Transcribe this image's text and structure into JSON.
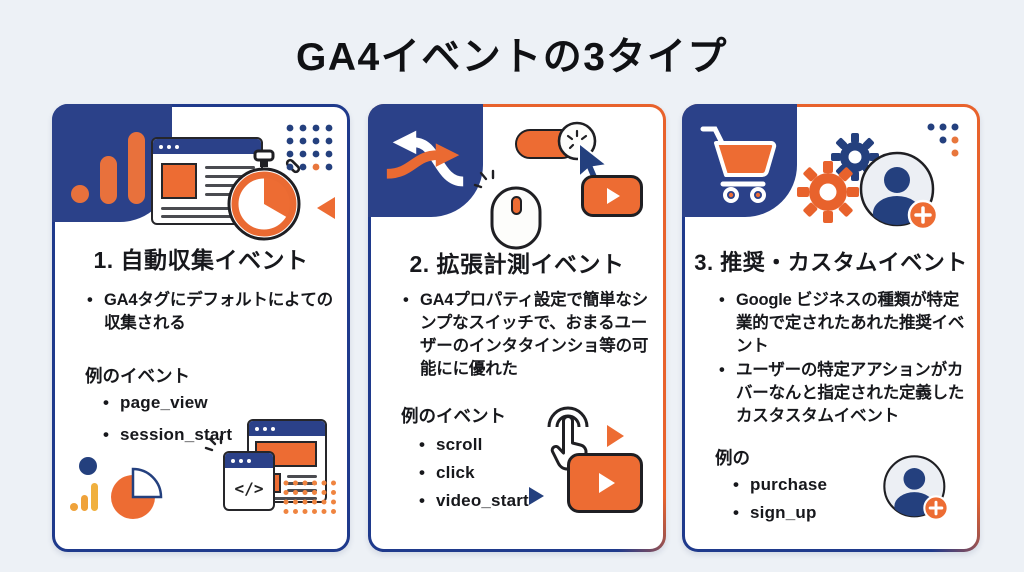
{
  "page": {
    "title": "GA4イベントの3タイプ"
  },
  "colors": {
    "background": "#edf1f6",
    "card": "#ffffff",
    "blue": "#2b4189",
    "border_blue": "#1f3a8c",
    "orange": "#ed6c33",
    "yellow_orange": "#efa23a",
    "text": "#17181c"
  },
  "icons": {
    "analytics_bars": "ga-bar-chart",
    "stopwatch": "timer",
    "shuffle": "crossing-arrows",
    "toggle": "switch-on",
    "cursor": "pointer-arrow",
    "mouse": "computer-mouse",
    "play": "▶",
    "tap": "tap-hand",
    "cart": "shopping-cart",
    "gear": "⚙",
    "user_add": "avatar-plus",
    "code": "</>"
  },
  "cards": [
    {
      "number_title": "1. 自動収集イベント",
      "bullets": [
        "GA4タグにデフォルトによての収集される"
      ],
      "examples_label": "例のイベント",
      "examples": [
        "page_view",
        "session_start"
      ],
      "code_glyph": "</>"
    },
    {
      "number_title": "2. 拡張計測イベント",
      "bullets": [
        "GA4プロパティ設定で簡単なシンプなスイッチで、おまるユーザーのインタタインショ等の可能にに優れた"
      ],
      "examples_label": "例のイベント",
      "examples": [
        "scroll",
        "click",
        "video_start"
      ]
    },
    {
      "number_title": "3. 推奨・カスタムイベント",
      "bullets": [
        "Google ビジネスの種類が特定業的で定されたあれた推奨イベント",
        "ユーザーの特定アアションがカバーなんと指定された定義したカスタスタムイベント"
      ],
      "examples_label": "例の",
      "examples": [
        "purchase",
        "sign_up"
      ]
    }
  ]
}
